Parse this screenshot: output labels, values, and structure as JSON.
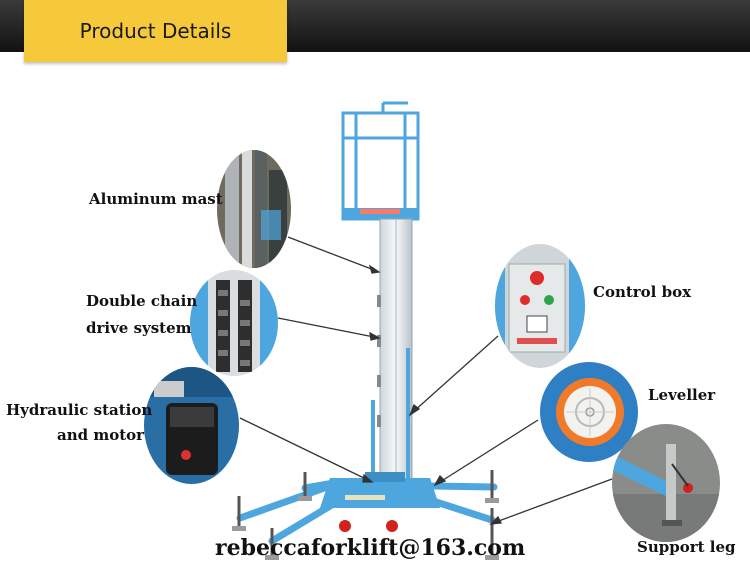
{
  "header": {
    "title": "Product Details"
  },
  "labels": {
    "aluminum_mast": "Aluminum mast",
    "double_chain_1": "Double chain",
    "double_chain_2": "drive system",
    "hydraulic_1": "Hydraulic station",
    "hydraulic_2": "and motor",
    "control_box": "Control box",
    "leveller": "Leveller",
    "support_leg": "Support leg"
  },
  "contact": {
    "email": "rebeccaforklift@163.com"
  },
  "colors": {
    "header_bg": "#1c1c1c",
    "tab": "#f5c93a",
    "lift_blue": "#4ea6de"
  },
  "icons": [
    "aluminum-mast-photo",
    "chain-drive-photo",
    "hydraulic-motor-photo",
    "control-box-photo",
    "leveller-photo",
    "support-leg-photo"
  ]
}
